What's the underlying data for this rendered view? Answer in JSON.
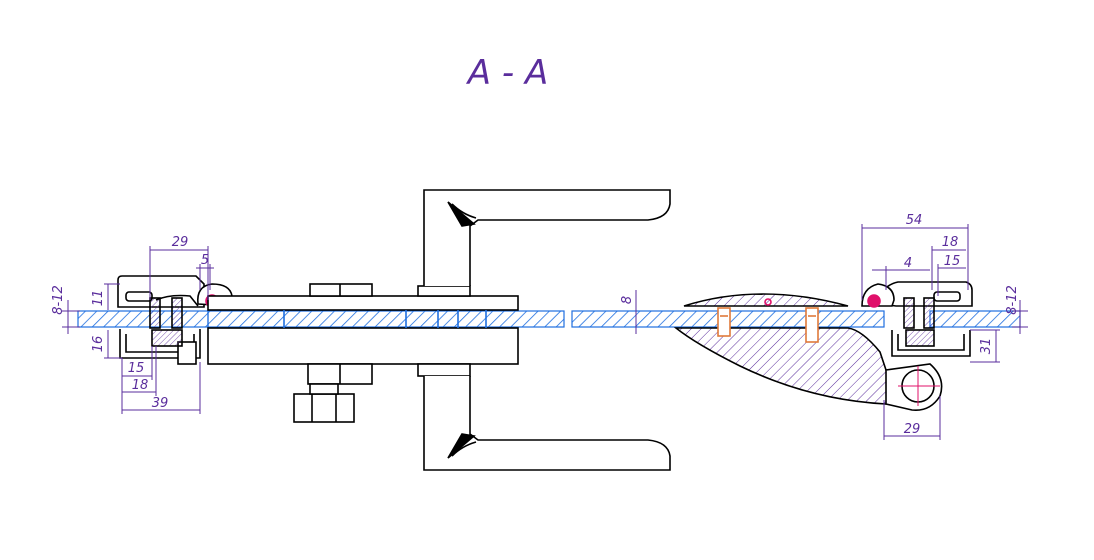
{
  "title": "A - A",
  "colors": {
    "outline": "#000000",
    "dimension": "#5a2d9c",
    "glass": "#1f6fe0",
    "seal": "#e0106a",
    "hatch": "#5a2d9c",
    "screw": "#e07a3a"
  },
  "dimensions": {
    "left": {
      "overall_width": "29",
      "seal_offset": "5",
      "glass_thickness": "8-12",
      "top_height": "11",
      "bottom_height": "16",
      "inner_width_1": "15",
      "inner_width_2": "18",
      "base_width": "39"
    },
    "center": {
      "glass_thickness": "8"
    },
    "right": {
      "overall_width": "54",
      "frame_width": "18",
      "seal_offset": "4",
      "inner_width": "15",
      "glass_thickness": "8-12",
      "frame_height": "31",
      "hinge_width": "29"
    }
  }
}
